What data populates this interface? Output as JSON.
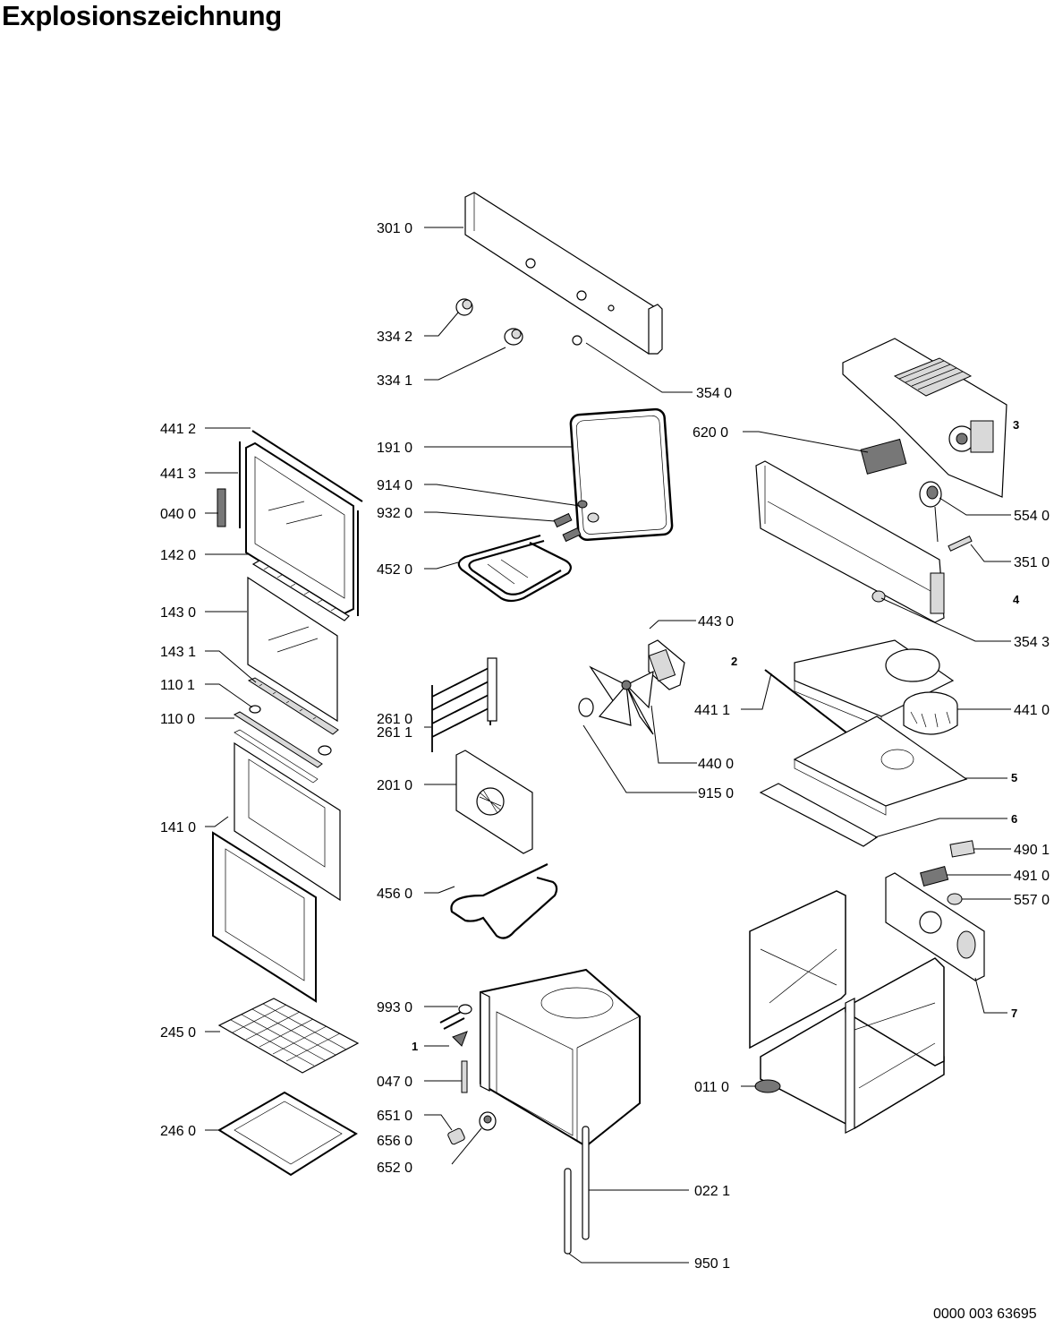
{
  "title": "Explosionszeichnung",
  "document_number": "0000 003 63695",
  "part_labels": [
    "301 0",
    "334 2",
    "334 1",
    "354 0",
    "191 0",
    "914 0",
    "932 0",
    "452 0",
    "620 0",
    "554 0",
    "351 0",
    "354 3",
    "441 2",
    "441 3",
    "040 0",
    "142 0",
    "143 0",
    "143 1",
    "110 1",
    "110 0",
    "141 0",
    "443 0",
    "441 1",
    "441 0",
    "440 0",
    "915 0",
    "261 0",
    "261 1",
    "201 0",
    "456 0",
    "490 1",
    "491 0",
    "557 0",
    "245 0",
    "246 0",
    "993 0",
    "047 0",
    "651 0",
    "656 0",
    "652 0",
    "011 0",
    "022 1",
    "950 1"
  ],
  "group_numbers": [
    "1",
    "2",
    "3",
    "4",
    "5",
    "6",
    "7"
  ]
}
